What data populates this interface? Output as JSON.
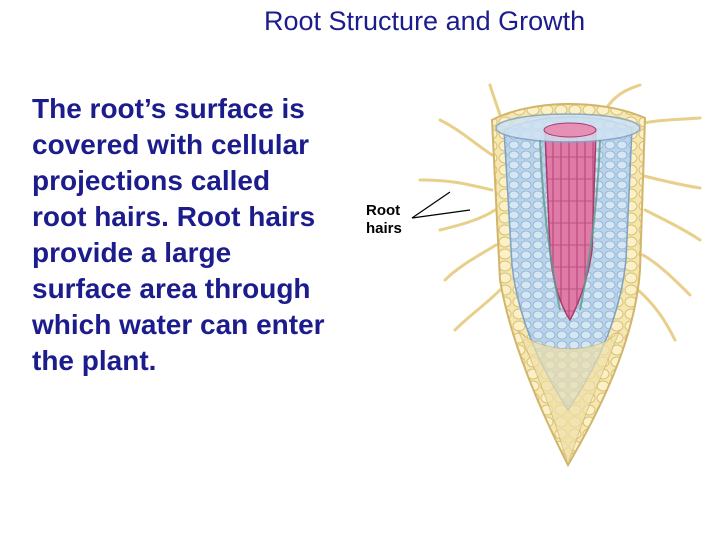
{
  "slide": {
    "title": "Root Structure and Growth",
    "body_lines": [
      "The root’s surface is",
      "covered with cellular",
      "projections called",
      "root hairs. Root hairs",
      "provide a large",
      "surface area through",
      "which water can enter",
      "the plant."
    ],
    "label_lines": [
      "Root",
      "hairs"
    ]
  }
}
